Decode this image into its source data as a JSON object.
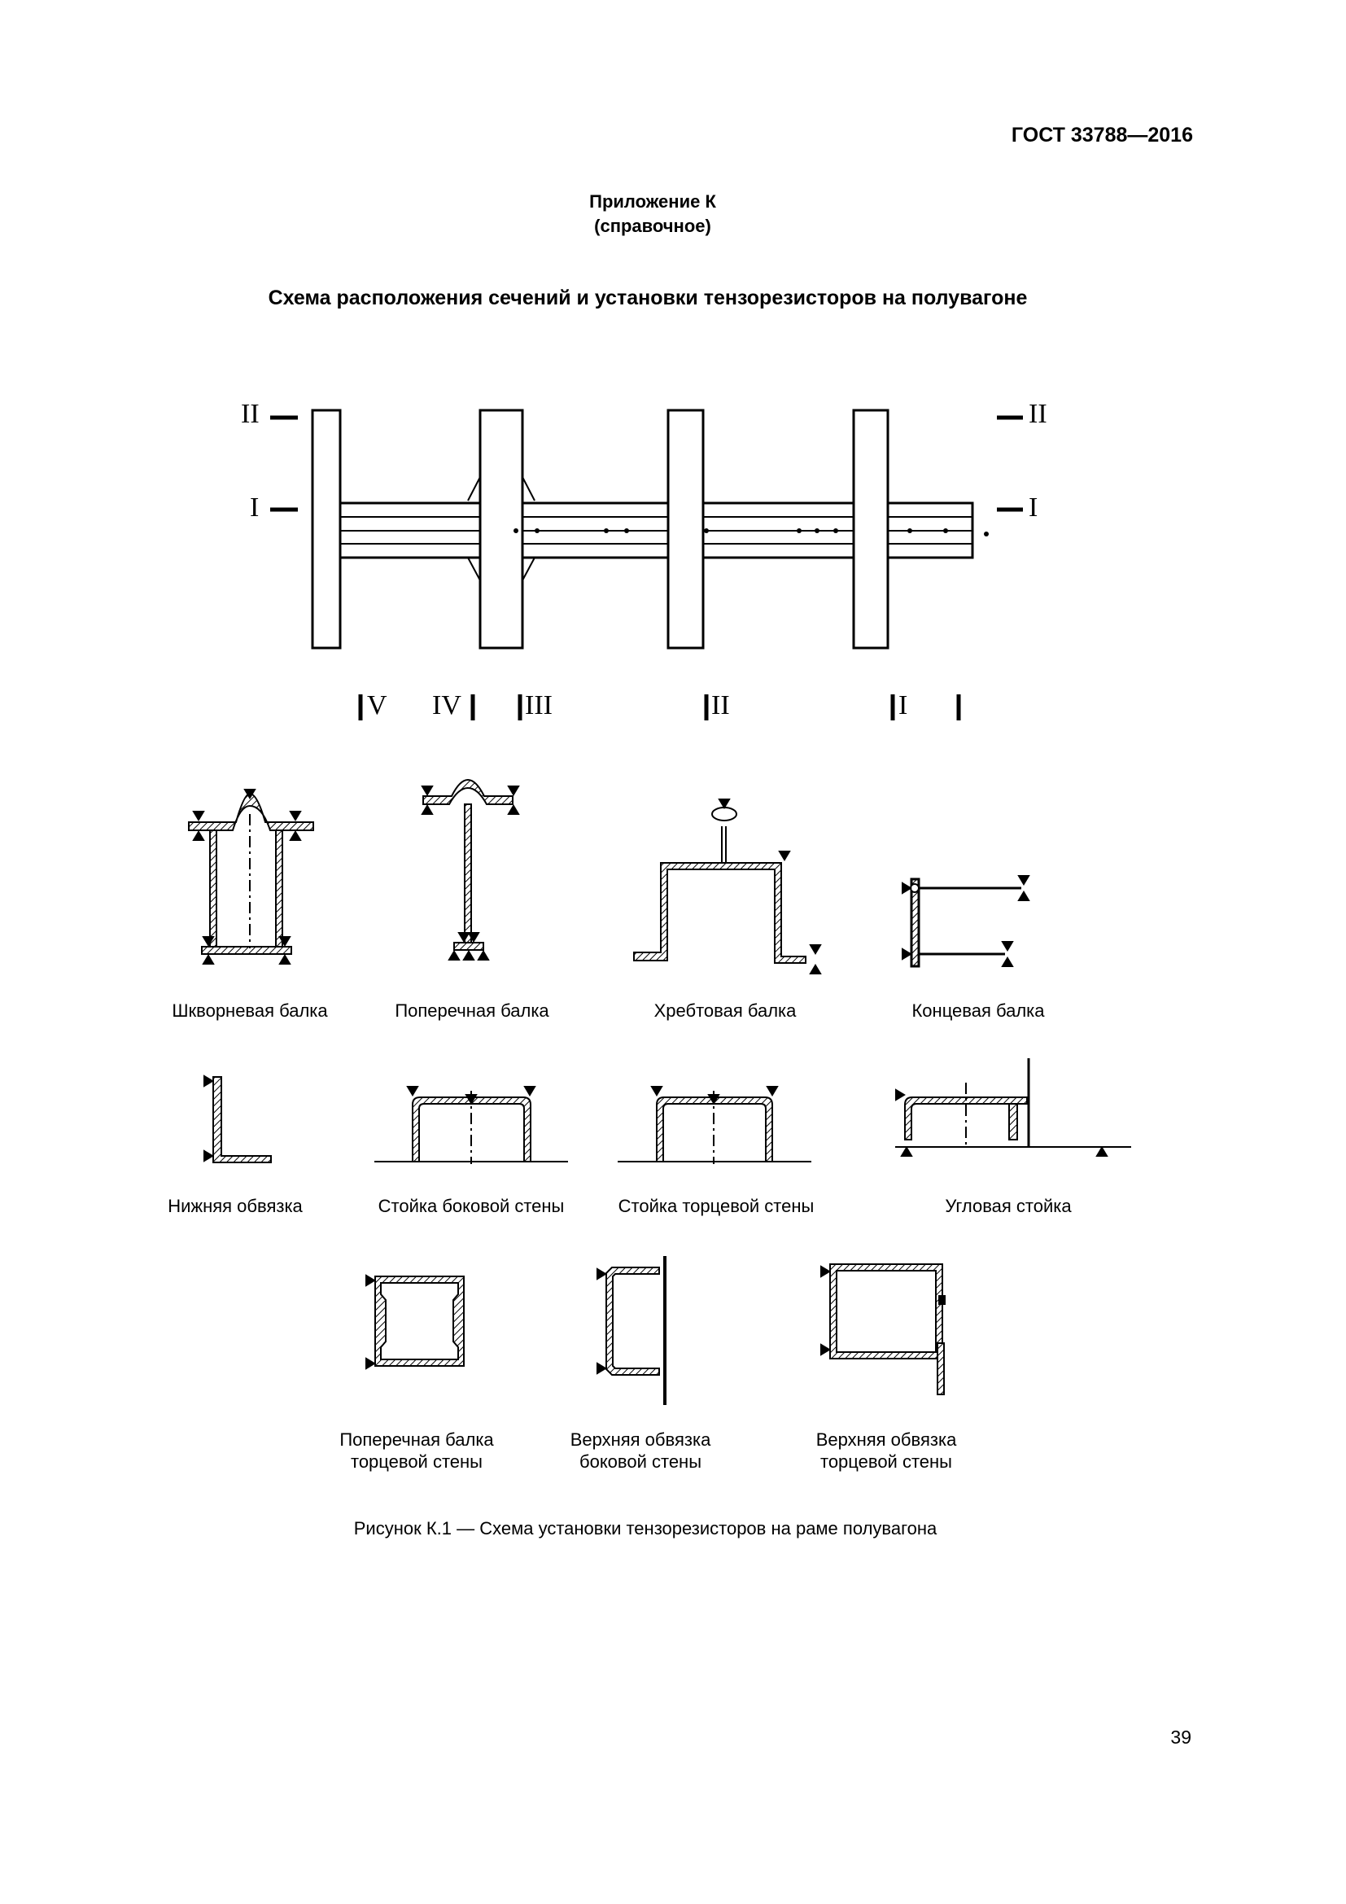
{
  "header": {
    "doc_code": "ГОСТ 33788—2016"
  },
  "appendix": {
    "title": "Приложение К",
    "subtitle": "(справочное)"
  },
  "title": "Схема расположения сечений и установки тензорезисторов на полувагоне",
  "plan": {
    "side_labels_left": [
      "II",
      "I"
    ],
    "side_labels_right": [
      "II",
      "I"
    ],
    "section_labels": [
      "V",
      "IV",
      "III",
      "II",
      "I"
    ]
  },
  "sections": [
    {
      "caption": "Шкворневая балка"
    },
    {
      "caption": "Поперечная балка"
    },
    {
      "caption": "Хребтовая балка"
    },
    {
      "caption": "Концевая балка"
    },
    {
      "caption": "Нижняя обвязка"
    },
    {
      "caption": "Стойка боковой стены"
    },
    {
      "caption": "Стойка торцевой стены"
    },
    {
      "caption": "Угловая стойка"
    },
    {
      "caption_lines": [
        "Поперечная балка",
        "торцевой стены"
      ]
    },
    {
      "caption_lines": [
        "Верхняя обвязка",
        "боковой стены"
      ]
    },
    {
      "caption_lines": [
        "Верхняя обвязка",
        "торцевой стены"
      ]
    }
  ],
  "figure_caption": "Рисунок К.1 — Схема установки тензорезисторов на раме полувагона",
  "page_number": "39"
}
